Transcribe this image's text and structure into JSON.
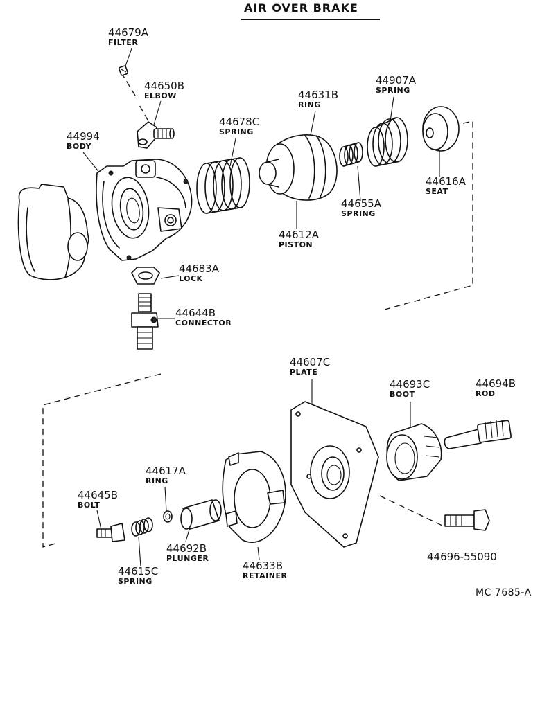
{
  "title": "AIR OVER BRAKE",
  "diagram_code": "MC  7685-A",
  "parts": [
    {
      "number": "44679A",
      "name": "FILTER"
    },
    {
      "number": "44650B",
      "name": "ELBOW"
    },
    {
      "number": "44994",
      "name": "BODY"
    },
    {
      "number": "44678C",
      "name": "SPRING"
    },
    {
      "number": "44631B",
      "name": "RING"
    },
    {
      "number": "44907A",
      "name": "SPRING"
    },
    {
      "number": "44616A",
      "name": "SEAT"
    },
    {
      "number": "44655A",
      "name": "SPRING"
    },
    {
      "number": "44612A",
      "name": "PISTON"
    },
    {
      "number": "44683A",
      "name": "LOCK"
    },
    {
      "number": "44644B",
      "name": "CONNECTOR"
    },
    {
      "number": "44607C",
      "name": "PLATE"
    },
    {
      "number": "44693C",
      "name": "BOOT"
    },
    {
      "number": "44694B",
      "name": "ROD"
    },
    {
      "number": "44617A",
      "name": "RING"
    },
    {
      "number": "44645B",
      "name": "BOLT"
    },
    {
      "number": "44692B",
      "name": "PLUNGER"
    },
    {
      "number": "44633B",
      "name": "RETAINER"
    },
    {
      "number": "44615C",
      "name": "SPRING"
    },
    {
      "number": "44696-55090",
      "name": ""
    }
  ]
}
